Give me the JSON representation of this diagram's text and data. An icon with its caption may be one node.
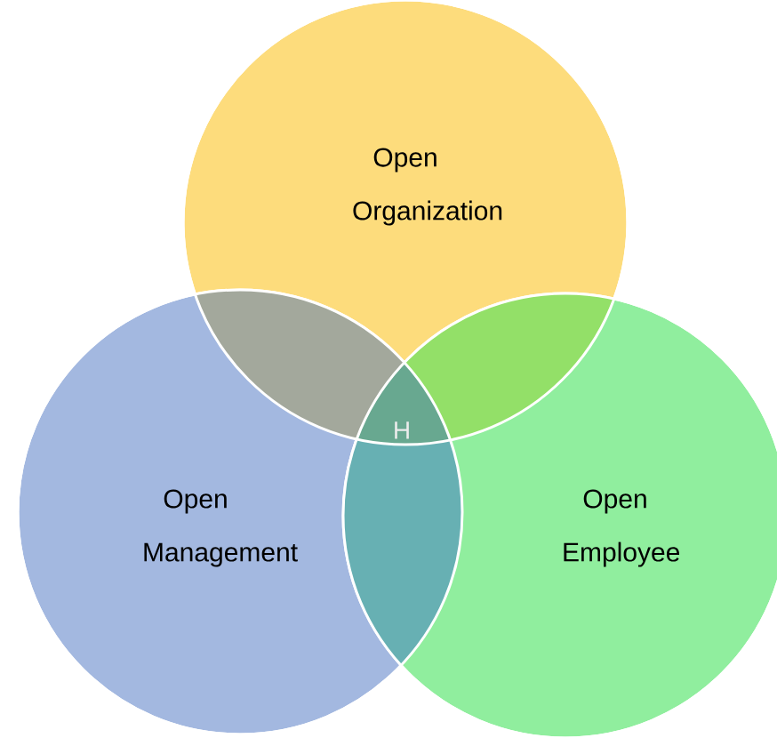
{
  "diagram": {
    "nodes": [
      {
        "text": [
          "Open Organization"
        ]
      },
      {
        "text": [
          "Open Management"
        ]
      },
      {
        "text": [
          "Open Employee"
        ]
      }
    ],
    "labels": [
      "H"
    ]
  }
}
